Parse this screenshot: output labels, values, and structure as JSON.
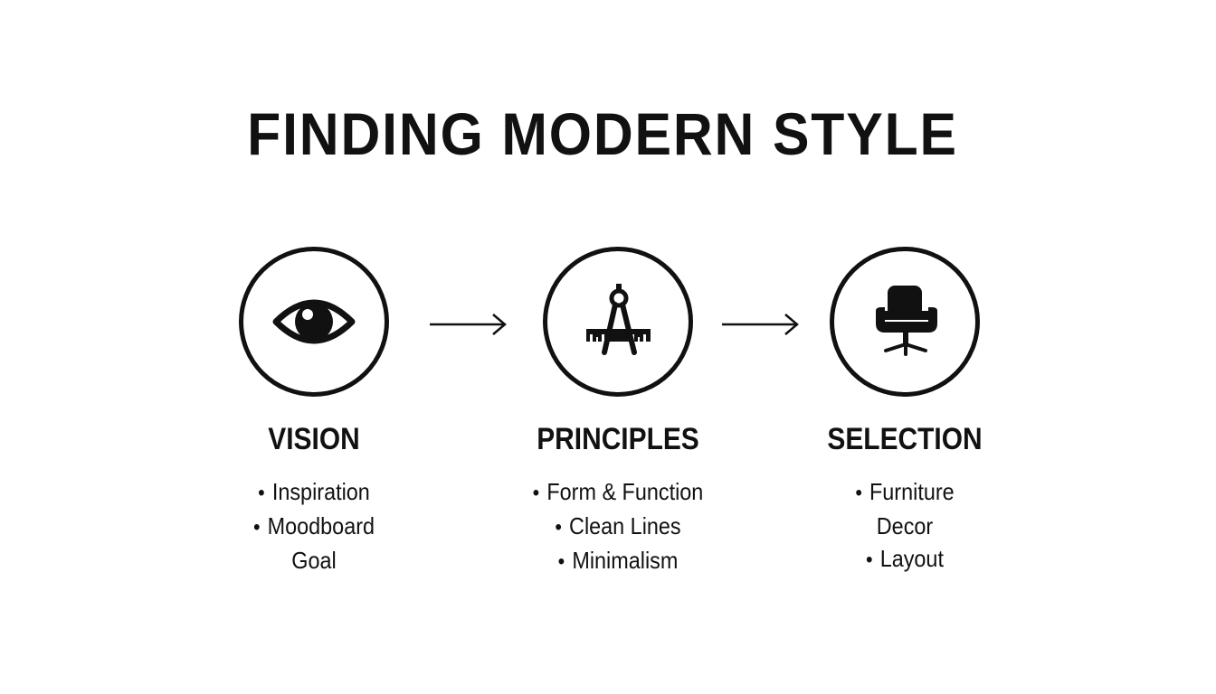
{
  "title": "FINDING MODERN STYLE",
  "steps": [
    {
      "title": "VISION",
      "icon": "eye-icon",
      "items": [
        {
          "text": "Inspiration",
          "bullet": "•"
        },
        {
          "text": "Moodboard",
          "bullet": "•"
        },
        {
          "text": "Goal",
          "bullet": ""
        }
      ]
    },
    {
      "title": "PRINCIPLES",
      "icon": "compass-ruler-icon",
      "items": [
        {
          "text": "Form & Function",
          "bullet": "•"
        },
        {
          "text": "Clean Lines",
          "bullet": "•"
        },
        {
          "text": "Minimalism",
          "bullet": "•"
        }
      ]
    },
    {
      "title": "SELECTION",
      "icon": "chair-icon",
      "items": [
        {
          "text": "Furniture",
          "bullet": "•"
        },
        {
          "text": "Decor",
          "bullet": ""
        },
        {
          "text": "Layout",
          "bullet": "•"
        }
      ]
    }
  ],
  "colors": {
    "ink": "#111111",
    "background": "#ffffff"
  }
}
